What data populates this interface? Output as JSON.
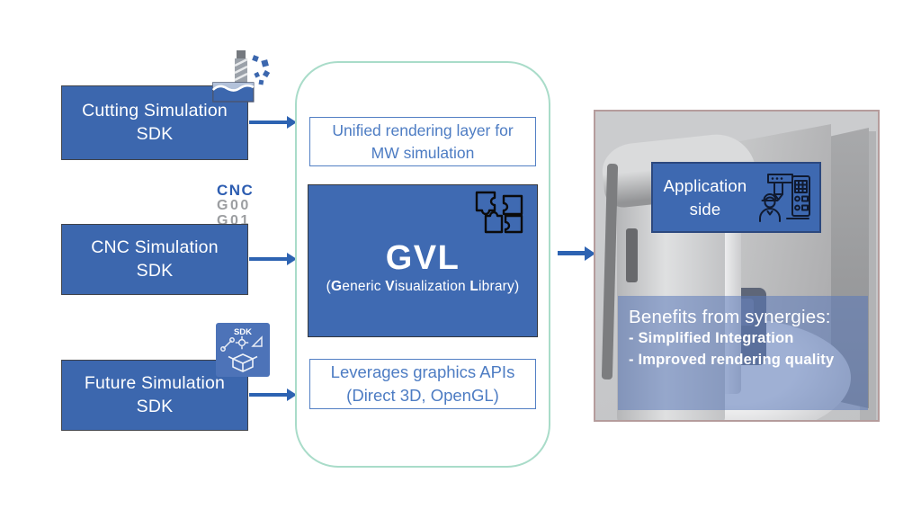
{
  "colors": {
    "box_blue": "#3c67ae",
    "gvl_blue": "#3f6ab2",
    "box_border": "#3f4249",
    "arrow_blue": "#2d63b2",
    "note_text_blue": "#4d7cc3",
    "container_teal_border": "#a9dcc9",
    "panel_border": "#b59c9c",
    "panel_gray": "#c7c8ca",
    "overlay_blue": "rgba(90,120,185,0.55)",
    "gcode_gray": "#9c9ea1",
    "icon_stroke_dark": "#101a30",
    "text_white": "#ffffff"
  },
  "sdk_chain": {
    "boxes": [
      {
        "line1": "Cutting Simulation",
        "line2": "SDK",
        "icon": "milling-tool-chips-icon"
      },
      {
        "line1": "CNC Simulation",
        "line2": "SDK",
        "icon": "gcode-annotation"
      },
      {
        "line1": "Future Simulation",
        "line2": "SDK",
        "icon": "sdk-package-icon"
      }
    ],
    "gcode": {
      "line1": "CNC",
      "line2": "G00",
      "line3": "G01"
    },
    "sdk_icon_label": "SDK"
  },
  "gvl_panel": {
    "top_note": {
      "line1": "Unified rendering layer for",
      "line2": "MW simulation"
    },
    "gvl_box": {
      "title": "GVL",
      "subtitle": {
        "open": "(",
        "b1": "G",
        "r1": "eneric ",
        "b2": "V",
        "r2": "isualization ",
        "b3": "L",
        "r3": "ibrary",
        "close": ")"
      },
      "icon": "puzzle-pieces-icon"
    },
    "bottom_note": {
      "line1": "Leverages graphics APIs",
      "line2": "(Direct 3D, OpenGL)"
    }
  },
  "application_panel": {
    "image": "cnc-machine-3d-render",
    "app_box": {
      "line1": "Application",
      "line2": "side",
      "icon": "operator-cnc-machine-icon"
    },
    "benefits": {
      "title": "Benefits from synergies:",
      "items": [
        "- Simplified Integration",
        "- Improved rendering quality"
      ]
    }
  }
}
